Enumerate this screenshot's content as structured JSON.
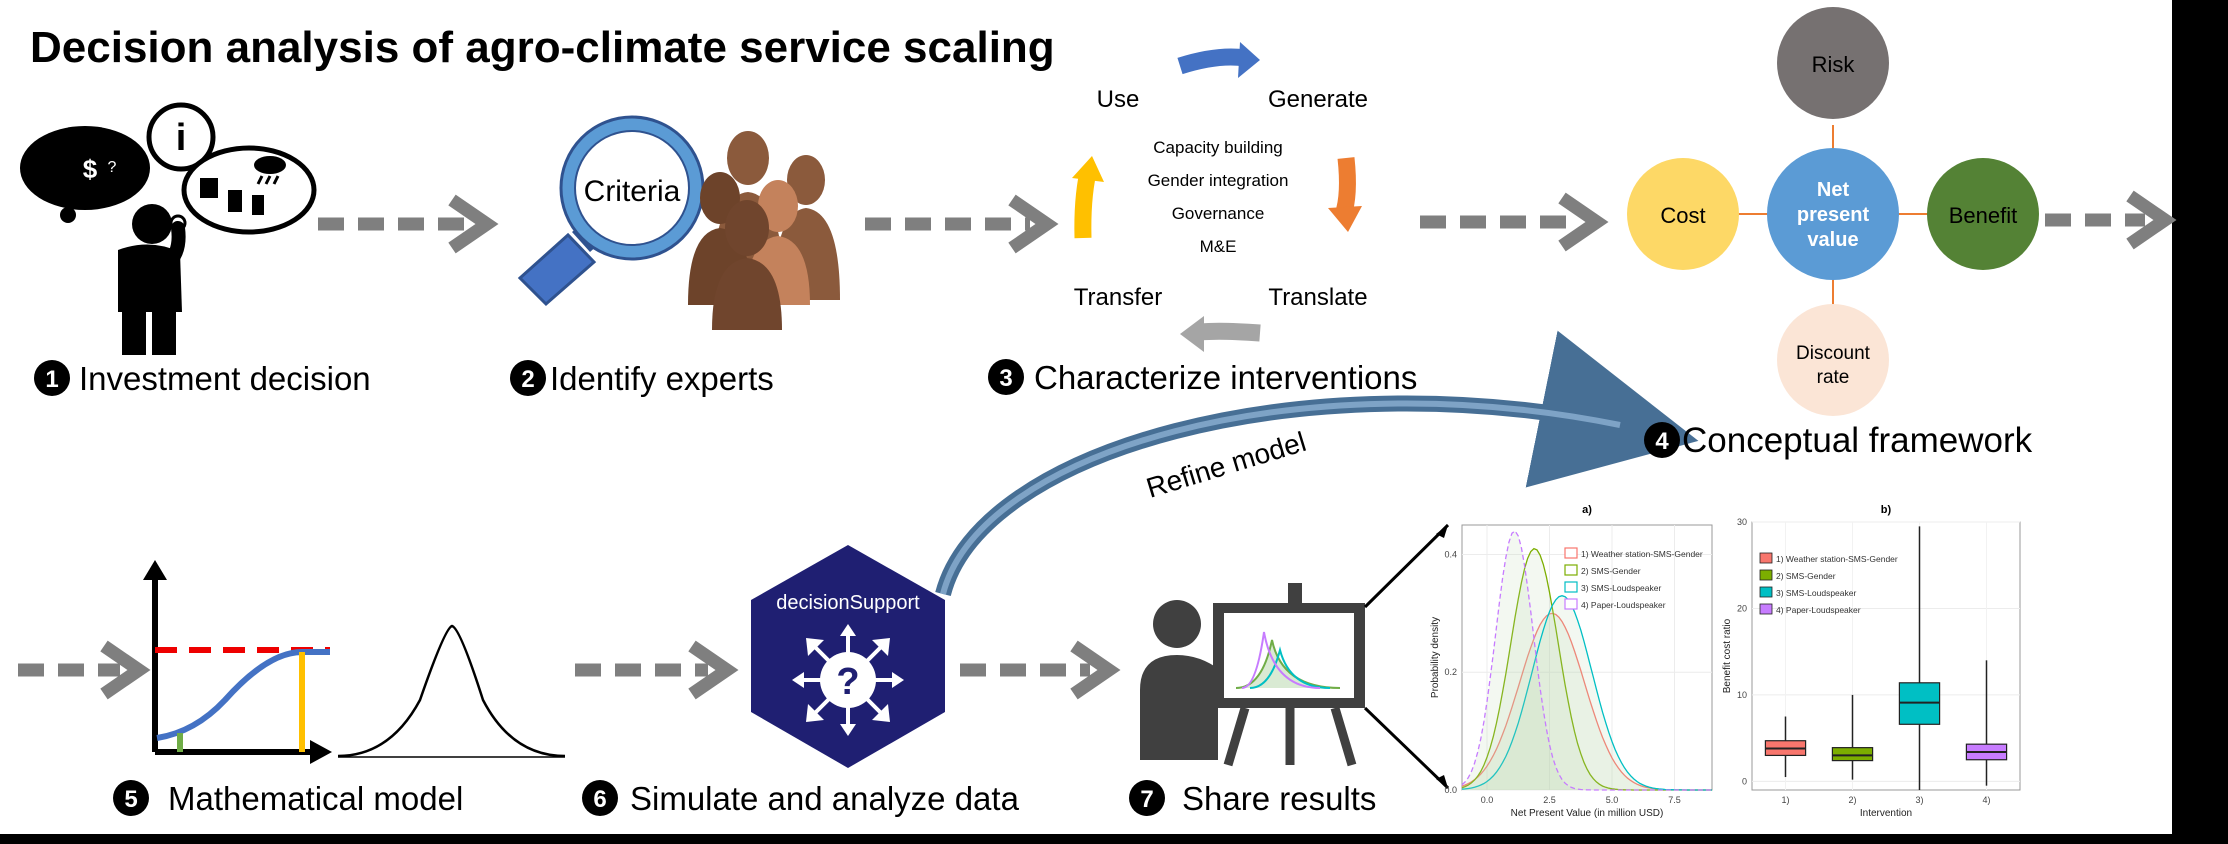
{
  "title": "Decision analysis of agro-climate service scaling",
  "colors": {
    "arrow_gray": "#7f7f7f",
    "cost": "#fdd866",
    "npv": "#5b9bd5",
    "benefit": "#548235",
    "risk": "#767171",
    "discount": "#fbe5d6",
    "hex_navy": "#1f1f72",
    "cycle_blue": "#4472c4",
    "cycle_orange": "#ed7d31",
    "cycle_yellow": "#ffc000",
    "cycle_gray": "#a5a5a5"
  },
  "steps": [
    {
      "num": "1",
      "label": "Investment decision"
    },
    {
      "num": "2",
      "label": "Identify experts"
    },
    {
      "num": "3",
      "label": "Characterize interventions"
    },
    {
      "num": "4",
      "label": "Conceptual framework"
    },
    {
      "num": "5",
      "label": "Mathematical model"
    },
    {
      "num": "6",
      "label": "Simulate and analyze data"
    },
    {
      "num": "7",
      "label": "Share results"
    }
  ],
  "criteria_label": "Criteria",
  "cycle": {
    "use": "Use",
    "generate": "Generate",
    "transfer": "Transfer",
    "translate": "Translate",
    "center": [
      "Capacity building",
      "Gender integration",
      "Governance",
      "M&E"
    ]
  },
  "framework": {
    "risk": "Risk",
    "cost": "Cost",
    "npv": [
      "Net",
      "present",
      "value"
    ],
    "benefit": "Benefit",
    "discount": [
      "Discount",
      "rate"
    ]
  },
  "refine_label": "Refine model",
  "hex_label": "decisionSupport",
  "hex_symbol": "?",
  "thought_symbols": {
    "info": "i",
    "money": "$",
    "question": "?"
  },
  "chart_data": [
    {
      "type": "area",
      "title": "a)",
      "xlabel": "Net Present Value (in million USD)",
      "ylabel": "Probability density",
      "xlim": [
        -1,
        9
      ],
      "ylim": [
        0,
        0.45
      ],
      "xticks": [
        "0.0",
        "2.5",
        "5.0",
        "7.5"
      ],
      "yticks": [
        "0.0",
        "0.2",
        "0.4"
      ],
      "legend_position": "top-right",
      "series": [
        {
          "name": "1) Weather station-SMS-Gender",
          "color": "#f8766d",
          "mean": 2.6,
          "sd": 1.3,
          "peak": 0.3
        },
        {
          "name": "2) SMS-Gender",
          "color": "#7cae00",
          "mean": 1.9,
          "sd": 0.95,
          "peak": 0.41
        },
        {
          "name": "3) SMS-Loudspeaker",
          "color": "#00bfc4",
          "mean": 3.0,
          "sd": 1.2,
          "peak": 0.33
        },
        {
          "name": "4) Paper-Loudspeaker",
          "color": "#c77cff",
          "mean": 1.1,
          "sd": 0.75,
          "peak": 0.44
        }
      ]
    },
    {
      "type": "box",
      "title": "b)",
      "xlabel": "Intervention",
      "ylabel": "Benefit cost ratio",
      "ylim": [
        -1,
        30
      ],
      "yticks": [
        "0",
        "10",
        "20",
        "30"
      ],
      "categories": [
        "1)",
        "2)",
        "3)",
        "4)"
      ],
      "legend_position": "top-left",
      "series": [
        {
          "name": "1) Weather station-SMS-Gender",
          "color": "#f8766d",
          "q1": 3,
          "median": 3.8,
          "q3": 4.7,
          "lo": 0.5,
          "hi": 7.5
        },
        {
          "name": "2) SMS-Gender",
          "color": "#7cae00",
          "q1": 2.4,
          "median": 3.0,
          "q3": 3.9,
          "lo": 0.2,
          "hi": 10
        },
        {
          "name": "3) SMS-Loudspeaker",
          "color": "#00bfc4",
          "q1": 6.6,
          "median": 9.1,
          "q3": 11.4,
          "lo": -1,
          "hi": 29.5
        },
        {
          "name": "4) Paper-Loudspeaker",
          "color": "#c77cff",
          "q1": 2.5,
          "median": 3.4,
          "q3": 4.3,
          "lo": -0.5,
          "hi": 14
        }
      ]
    }
  ]
}
